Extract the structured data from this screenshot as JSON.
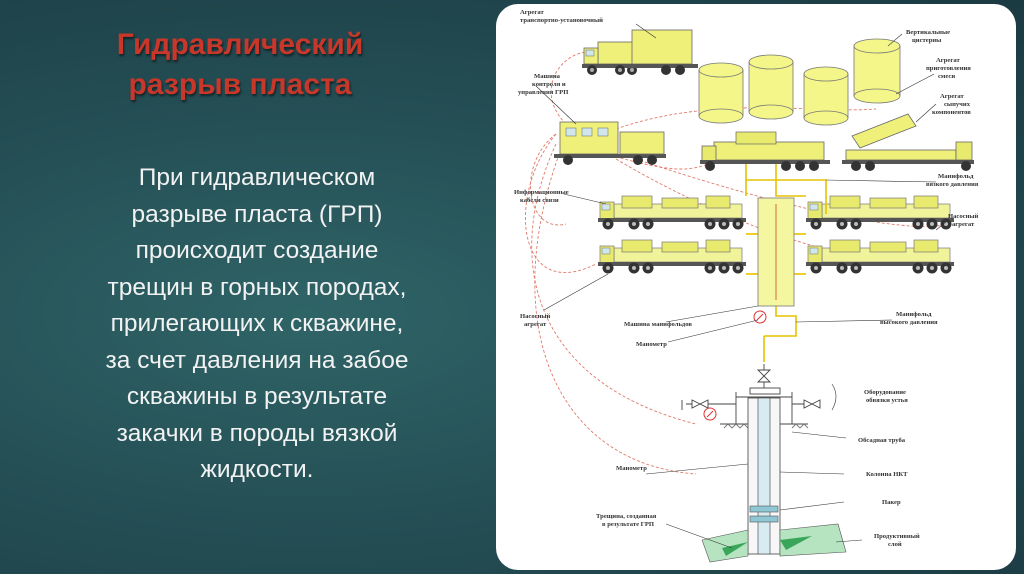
{
  "slide": {
    "title_lines": [
      "Гидравлический",
      "разрыв пласта"
    ],
    "body_lines": [
      "При гидравлическом",
      "разрыве пласта (ГРП)",
      "происходит создание",
      "трещин в горных породах,",
      "прилегающих к скважине,",
      "за счет давления на забое",
      "скважины в результате",
      "закачки в породы вязкой",
      "жидкости."
    ]
  },
  "diagram": {
    "labels": {
      "transport_unit_1": "Агрегат",
      "transport_unit_2": "транспортно-установочный",
      "tanks_1": "Вертикальные",
      "tanks_2": "цистерны",
      "mix_unit_1": "Агрегат",
      "mix_unit_2": "приготовления",
      "mix_unit_3": "смеси",
      "control_1": "Машина",
      "control_2": "контроля и",
      "control_3": "управления ГРП",
      "bulk_1": "Агрегат",
      "bulk_2": "сыпучих",
      "bulk_3": "компонентов",
      "cables_1": "Информационные",
      "cables_2": "кабели связи",
      "manifold_low_1": "Манифольд",
      "manifold_low_2": "вязкого давления",
      "pump_right_1": "Насосный",
      "pump_right_2": "агрегат",
      "pump_left_1": "Насосный",
      "pump_left_2": "агрегат",
      "manifold_machine": "Машина манифольдов",
      "manifold_high_1": "Манифольд",
      "manifold_high_2": "высокого давления",
      "gauge_top": "Манометр",
      "wellhead_1": "Оборудование",
      "wellhead_2": "обвязки устья",
      "casing": "Обсадная труба",
      "gauge_bottom": "Манометр",
      "tubing": "Колонна НКТ",
      "packer": "Пакер",
      "fracture_1": "Трещина, созданная",
      "fracture_2": "в результате ГРП",
      "layer_1": "Продуктивный",
      "layer_2": "слой"
    }
  }
}
